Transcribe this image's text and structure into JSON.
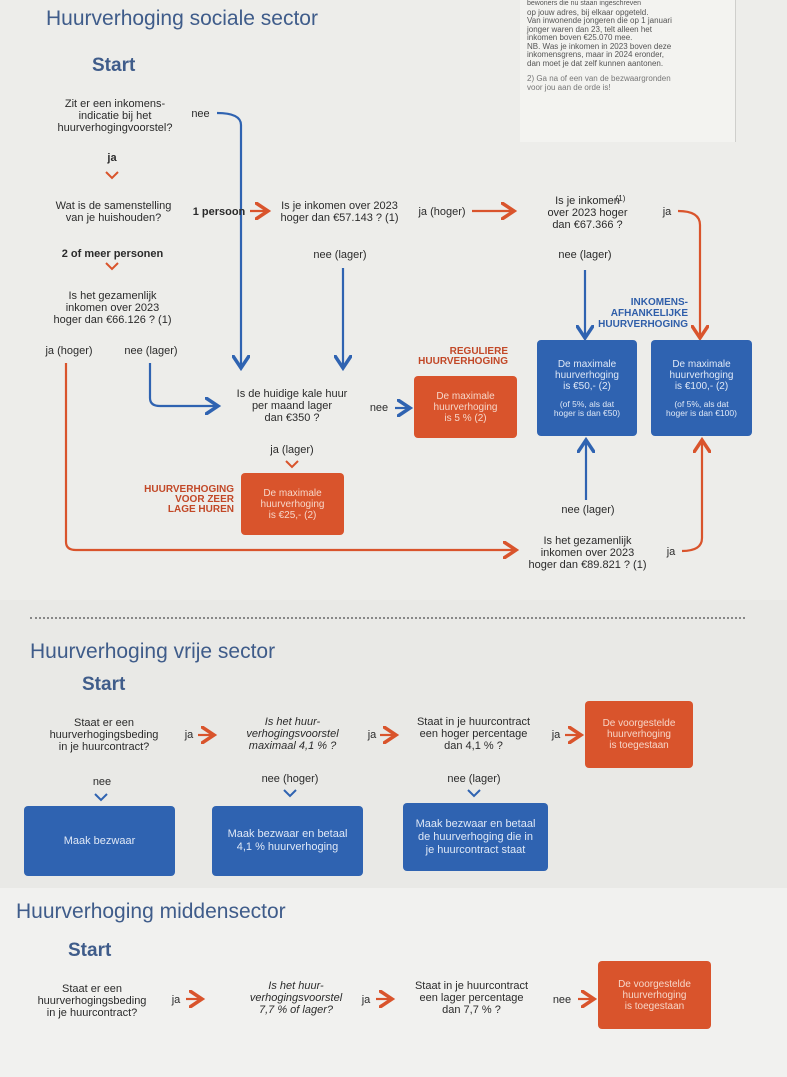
{
  "colors": {
    "blue": "#2f63b1",
    "orange": "#d9542c",
    "title": "#3f5c8a"
  },
  "social": {
    "title": "Huurverhoging sociale sector",
    "start": "Start",
    "note_top": "bewoners die nu staan ingeschreven",
    "note_lines": [
      "op jouw adres, bij elkaar opgeteld.",
      "Van inwonende jongeren die op 1 januari",
      "jonger waren dan 23, telt alleen het",
      "inkomen boven €25.070 mee.",
      "NB. Was je inkomen in 2023 boven deze",
      "inkomensgrens, maar in 2024 eronder,",
      "dan moet je dat zelf kunnen aantonen."
    ],
    "note2_lines": [
      "2) Ga na of een van de bezwaargronden",
      "voor jou aan de orde is!"
    ],
    "q1": "Zit er een inkomens-\nindicatie bij het\nhuurverhogingvoorstel?",
    "q1_nee": "nee",
    "q1_ja": "ja",
    "q2": "Wat is de samenstelling\nvan je huishouden?",
    "one_person": "1 persoon",
    "q3": "Is je inkomen over 2023\nhoger dan €57.143 ? (1)",
    "q3_ja": "ja (hoger)",
    "q3_nee": "nee (lager)",
    "q4": "Is je inkomen\nover 2023 hoger\ndan €67.366 ?",
    "q4_sup": "(1)",
    "q4_ja": "ja",
    "q4_nee": "nee (lager)",
    "two_more": "2 of meer personen",
    "q5": "Is het gezamenlijk\ninkomen over 2023\nhoger dan €66.126 ? (1)",
    "q5_ja": "ja (hoger)",
    "q5_nee": "nee (lager)",
    "label_regular": "REGULIERE\nHUURVERHOGING",
    "label_income": "INKOMENS-\nAFHANKELIJKE\nHUURVERHOGING",
    "q6": "Is de huidige kale huur\nper maand lager\ndan €350 ?",
    "q6_nee": "nee",
    "q6_ja": "ja (lager)",
    "box_regular": "De maximale\nhuurverhoging\nis 5 % (2)",
    "box_max50": "De maximale\nhuurverhoging\nis €50,- (2)",
    "box_max50_sub": "(of 5%, als dat\nhoger is dan €50)",
    "box_max100": "De maximale\nhuurverhoging\nis €100,- (2)",
    "box_max100_sub": "(of 5%, als dat\nhoger is dan €100)",
    "label_low": "HUURVERHOGING\nVOOR ZEER\nLAGE HUREN",
    "box_low": "De maximale\nhuurverhoging\nis €25,- (2)",
    "q7_nee": "nee (lager)",
    "q7": "Is het gezamenlijk\ninkomen over 2023\nhoger dan €89.821 ? (1)",
    "q7_ja": "ja"
  },
  "free": {
    "title": "Huurverhoging vrije sector",
    "start": "Start",
    "q1": "Staat er een\nhuurverhogingsbeding\nin je huurcontract?",
    "q1_ja": "ja",
    "q2": "Is het huur-\nverhogingsvoorstel\nmaximaal 4,1 % ?",
    "q2_ja": "ja",
    "q3": "Staat in je huurcontract\neen hoger percentage\ndan 4,1 % ?",
    "q3_ja": "ja",
    "box_ok": "De voorgestelde\nhuurverhoging\nis toegestaan",
    "nee1": "nee",
    "nee2": "nee (hoger)",
    "nee3": "nee (lager)",
    "box1": "Maak bezwaar",
    "box2": "Maak bezwaar en betaal\n4,1 % huurverhoging",
    "box3": "Maak bezwaar en betaal\nde huurverhoging die in\nje huurcontract staat"
  },
  "middle": {
    "title": "Huurverhoging middensector",
    "start": "Start",
    "q1": "Staat er een\nhuurverhogingsbeding\nin je huurcontract?",
    "q1_ja": "ja",
    "q2": "Is het huur-\nverhogingsvoorstel\n7,7 % of lager?",
    "q2_ja": "ja",
    "q3": "Staat in je huurcontract\neen lager percentage\ndan 7,7 % ?",
    "q3_nee": "nee",
    "box_ok": "De voorgestelde\nhuurverhoging\nis toegestaan"
  }
}
